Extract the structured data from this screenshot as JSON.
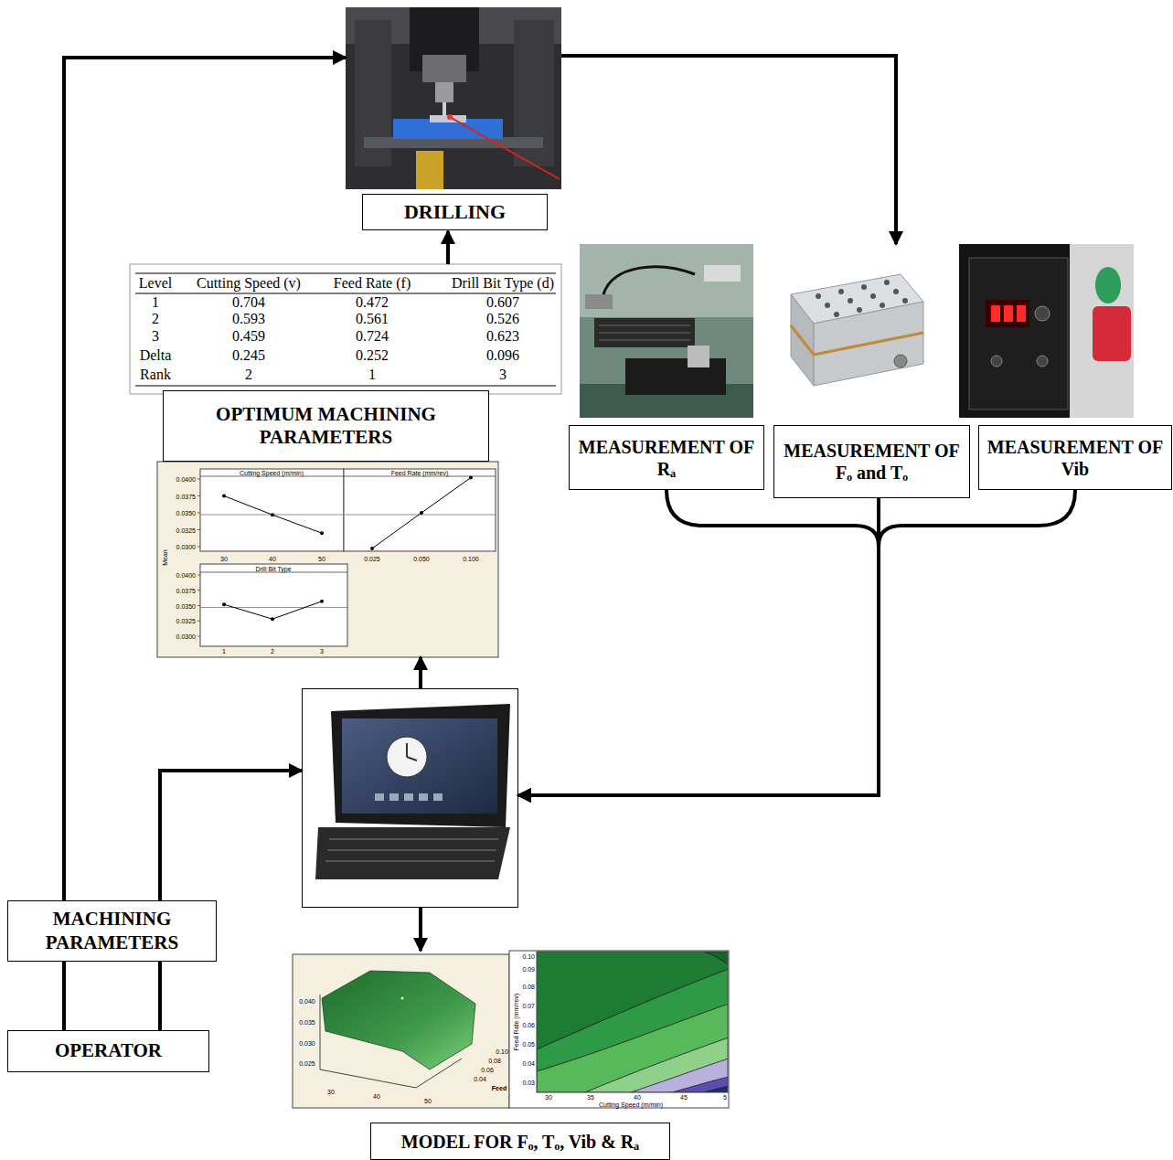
{
  "diagram": {
    "nodes": [
      {
        "text": [
          "DRILLING"
        ]
      },
      {
        "text": [
          "OPTIMUM MACHINING PARAMETERS"
        ]
      },
      {
        "text": [
          "Cutting Speed (m/min)",
          "Feed Rate (mm/rev)",
          "Drill Bit Type",
          "Mean"
        ]
      },
      {
        "text": [
          "MEASUREMENT OF Rₐ"
        ]
      },
      {
        "text": [
          "MEASUREMENT OF Fₒ and Tₒ"
        ]
      },
      {
        "text": [
          "MEASUREMENT OF Vib"
        ]
      },
      {
        "text": []
      },
      {
        "text": [
          "MACHINING PARAMETERS"
        ]
      },
      {
        "text": [
          "OPERATOR"
        ]
      },
      {
        "text": [
          "MODEL FOR Fₒ, Tₒ, Vib & Rₐ"
        ]
      }
    ],
    "edges": [
      {
        "from": 7,
        "to": 0,
        "arrow": "to"
      },
      {
        "from": 7,
        "to": 6,
        "arrow": "to"
      },
      {
        "from": 8,
        "to": 7,
        "arrow": "none"
      },
      {
        "from": 8,
        "to": 7,
        "arrow": "none"
      },
      {
        "from": 6,
        "to": 2,
        "arrow": "to"
      },
      {
        "from": 6,
        "to": 9,
        "arrow": "to"
      },
      {
        "from": 1,
        "to": 0,
        "arrow": "to"
      },
      {
        "from": 0,
        "to": 4,
        "arrow": "to"
      },
      {
        "from": 3,
        "to": 6,
        "arrow": "to"
      },
      {
        "from": 4,
        "to": 6,
        "arrow": "to"
      },
      {
        "from": 5,
        "to": 6,
        "arrow": "to"
      }
    ],
    "labels": [
      "Level",
      "Cutting Speed (v)",
      "Feed Rate (f)",
      "Drill Bit Type (d)",
      "1",
      "0.704",
      "0.472",
      "0.607",
      "2",
      "0.593",
      "0.561",
      "0.526",
      "3",
      "0.459",
      "0.724",
      "0.623",
      "Delta",
      "0.245",
      "0.252",
      "0.096",
      "Rank",
      "2",
      "1",
      "3",
      "0.0400",
      "0.0375",
      "0.0350",
      "0.0325",
      "0.0300",
      "30",
      "40",
      "50",
      "0.025",
      "0.050",
      "0.100",
      "0.0400",
      "0.0375",
      "0.0350",
      "0.0325",
      "0.0300",
      "1",
      "2",
      "3",
      "0.040",
      "0.035",
      "0.030",
      "0.025",
      "30",
      "40",
      "50",
      "0.10",
      "0.08",
      "0.06",
      "0.04",
      "Feed",
      "Feed Rate (mm/rev)",
      "0.10",
      "0.09",
      "0.08",
      "0.07",
      "0.06",
      "0.05",
      "0.04",
      "0.03",
      "30",
      "35",
      "40",
      "45",
      "5",
      "Cutting Speed (m/min)"
    ]
  }
}
